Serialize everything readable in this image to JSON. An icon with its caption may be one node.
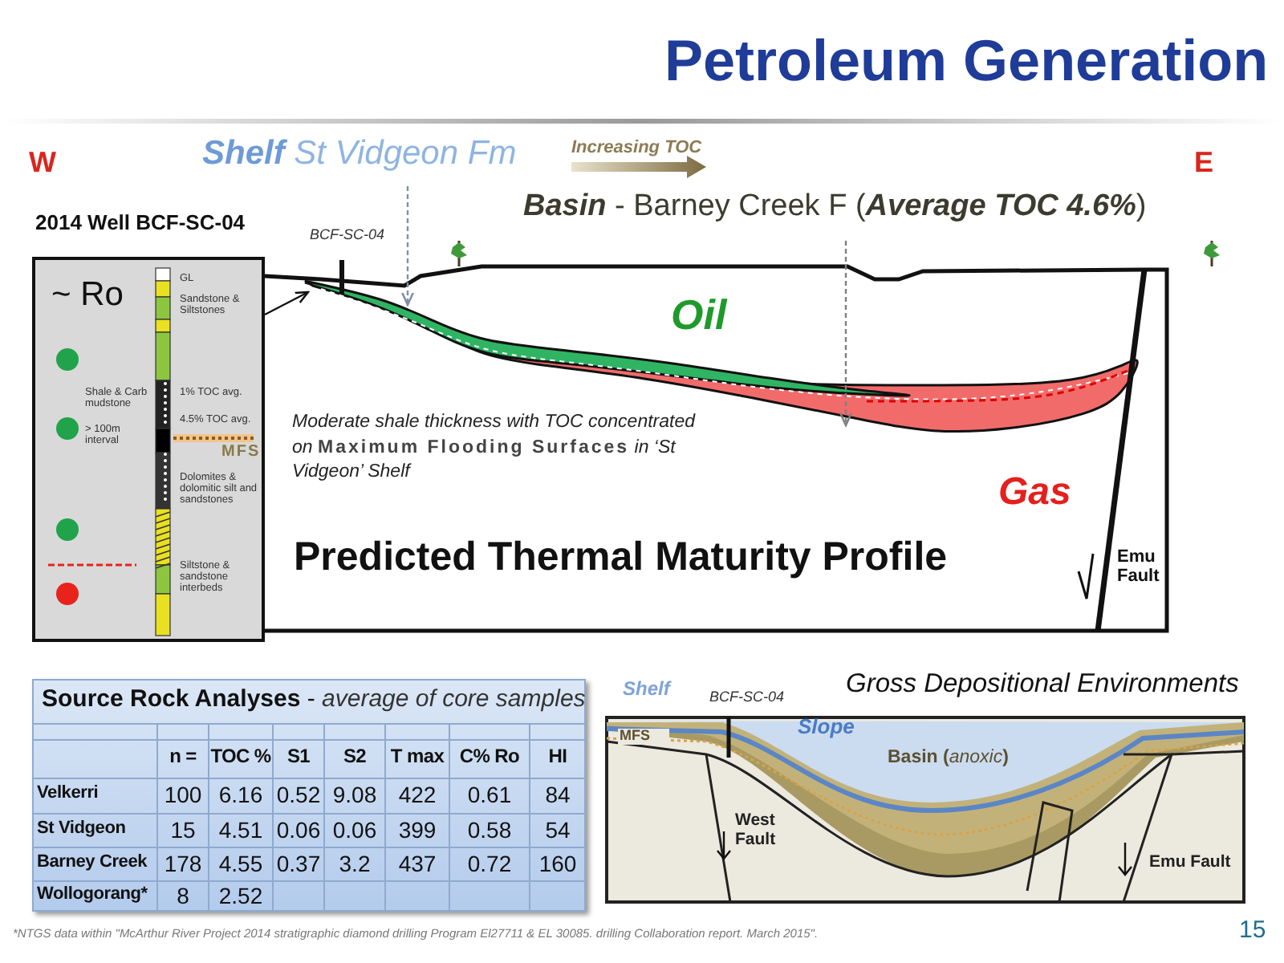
{
  "diagram": {
    "title": "Petroleum Generation",
    "nodes": [
      {
        "text": [
          "~ Ro"
        ]
      },
      {
        "text": [
          "**Shelf** St Vidgeon Fm"
        ]
      },
      {
        "text": [
          "**Basin** - Barney Creek F (**Average TOC 4.6%**)"
        ]
      }
    ],
    "edges": [
      {
        "from": 0,
        "to": null,
        "arrow": "to"
      },
      {
        "from": 1,
        "to": null,
        "arrow": "to",
        "style": "dashed",
        "color": "#7f8fa8"
      },
      {
        "from": 2,
        "to": null,
        "arrow": "to",
        "style": "dashed",
        "color": "#7f7f7f"
      }
    ],
    "labels": [
      "W",
      "Increasing TOC",
      "E",
      "2014 Well BCF-SC-04",
      "BCF-SC-04",
      "GL",
      "Sandstone & Siltstones",
      "Shale & Carb mudstone",
      "1% TOC avg.",
      "> 100m interval",
      "4.5% TOC avg.",
      "MFS",
      "Dolomites & dolomitic silt and sandstones",
      "Siltstone & sandstone interbeds",
      "Oil",
      "Moderate shale thickness with TOC concentrated on **Maximum Flooding Surfaces** in ‘St Vidgeon’ Shelf",
      "Gas",
      "Predicted Thermal Maturity Profile",
      "Emu Fault",
      "**Source Rock Analyses** - *average of core samples*",
      "n =",
      "TOC %",
      "S1",
      "S2",
      "T max",
      "C% Ro",
      "HI",
      "Velkerri",
      "100",
      "6.16",
      "0.52",
      "9.08",
      "422",
      "0.61",
      "84",
      "St Vidgeon",
      "15",
      "4.51",
      "0.06",
      "0.06",
      "399",
      "0.58",
      "54",
      "Barney Creek",
      "178",
      "4.55",
      "0.37",
      "3.2",
      "437",
      "0.72",
      "160",
      "Wollogorang*",
      "8",
      "2.52",
      "Shelf",
      "BCF-SC-04",
      "Gross Depositional Environments",
      "MFS",
      "Slope",
      "Basin (*anoxic*)",
      "West Fault",
      "Emu Fault",
      "*NTGS data within \"McArthur River Project 2014 stratigraphic diamond drilling Program El27711 & EL 30085. drilling Collaboration report. March 2015\".",
      "15"
    ]
  }
}
